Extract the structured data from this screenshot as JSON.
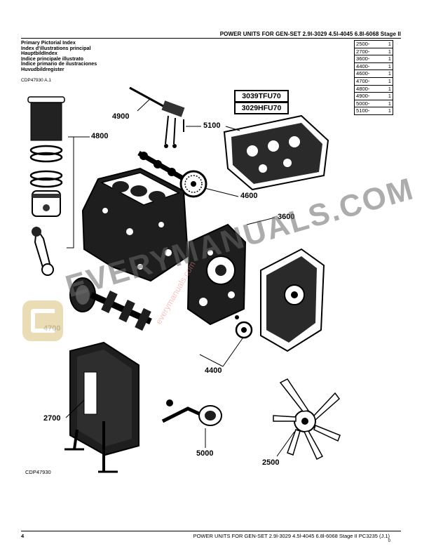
{
  "header": {
    "title": "POWER UNITS FOR GEN-SET 2.9l-3029 4.5l-4045 6.8l-6068 Stage II"
  },
  "index_titles": [
    "Primary Pictorial Index",
    "Index d'illustrations principal",
    "HauptbildIndex",
    "Indice principale illustrato",
    "Índice primario de ilustraciones",
    "Huvudbildregister"
  ],
  "ref_code": "CDP47930 A.1",
  "sections": [
    {
      "sec": "2500-",
      "num": "1"
    },
    {
      "sec": "2700-",
      "num": "1"
    },
    {
      "sec": "3600-",
      "num": "1"
    },
    {
      "sec": "4400-",
      "num": "1"
    },
    {
      "sec": "4600-",
      "num": "1"
    },
    {
      "sec": "4700-",
      "num": "1"
    },
    {
      "sec": "4800-",
      "num": "1"
    },
    {
      "sec": "4900-",
      "num": "1"
    },
    {
      "sec": "5000-",
      "num": "1"
    },
    {
      "sec": "5100-",
      "num": "1"
    }
  ],
  "models": [
    "3039TFU70",
    "3029HFU70"
  ],
  "callouts": {
    "c4900": "4900",
    "c5100": "5100",
    "c4800": "4800",
    "c4600": "4600",
    "c3600": "3600",
    "c4700": "4700",
    "c4400": "4400",
    "c2700": "2700",
    "c5000": "5000",
    "c2500": "2500"
  },
  "watermark": {
    "text": "EVERYMANUALS.COM",
    "small": "everymanuals.com"
  },
  "figure_code": "CDP47930",
  "footer": {
    "page": "4",
    "text": "POWER UNITS FOR GEN-SET 2.9l-3029 4.5l-4045 6.8l-6068 Stage II    PC3235    (J.1)",
    "zero": "0"
  }
}
